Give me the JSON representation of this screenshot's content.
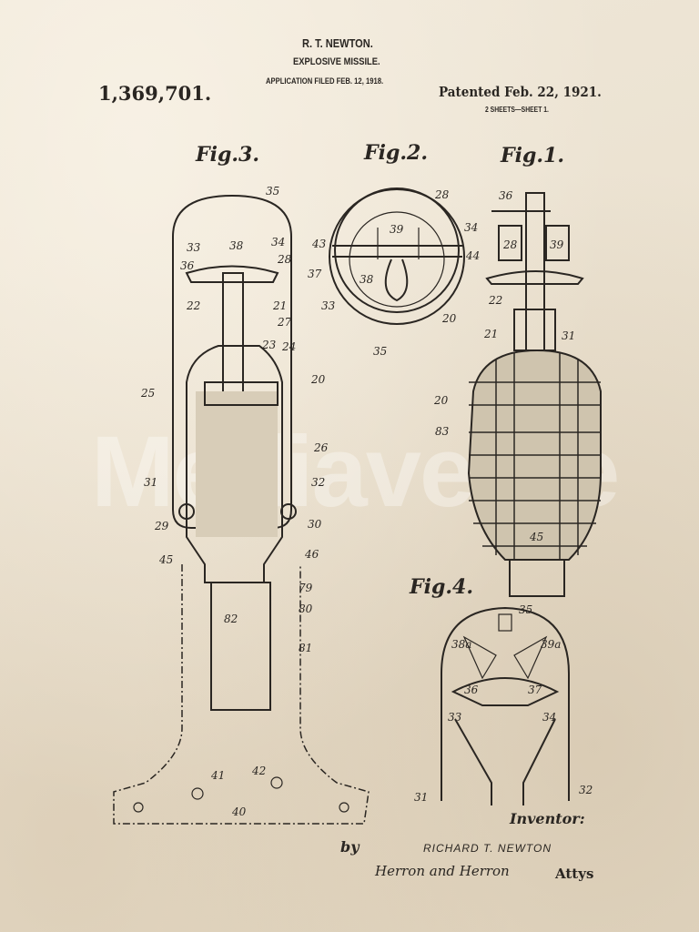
{
  "header": {
    "inventor_name": "R. T. NEWTON.",
    "title": "EXPLOSIVE MISSILE.",
    "application": "APPLICATION FILED FEB. 12, 1918.",
    "patent_number": "1,369,701.",
    "patented": "Patented Feb. 22, 1921.",
    "sheets": "2 SHEETS—SHEET 1."
  },
  "figures": {
    "fig3": {
      "label": "Fig.3.",
      "parts": [
        "35",
        "33",
        "38",
        "34",
        "36",
        "28",
        "37",
        "22",
        "21",
        "27",
        "23",
        "24",
        "20",
        "25",
        "26",
        "31",
        "32",
        "29",
        "30",
        "45",
        "46",
        "79",
        "80",
        "82",
        "81",
        "41",
        "42",
        "40"
      ]
    },
    "fig2": {
      "label": "Fig.2.",
      "parts": [
        "28",
        "39",
        "34",
        "43",
        "44",
        "38",
        "33",
        "20",
        "35"
      ]
    },
    "fig1": {
      "label": "Fig.1.",
      "parts": [
        "36",
        "28",
        "39",
        "22",
        "21",
        "31",
        "20",
        "83",
        "45"
      ]
    },
    "fig4": {
      "label": "Fig.4.",
      "parts": [
        "35",
        "38a",
        "39a",
        "36",
        "37",
        "33",
        "34",
        "31",
        "32"
      ]
    }
  },
  "footer": {
    "inventor_label": "Inventor:",
    "by": "by",
    "inventor": "RICHARD T. NEWTON",
    "signature": "Herron and Herron",
    "attys": "Attys"
  },
  "watermark": "Mediaverse"
}
